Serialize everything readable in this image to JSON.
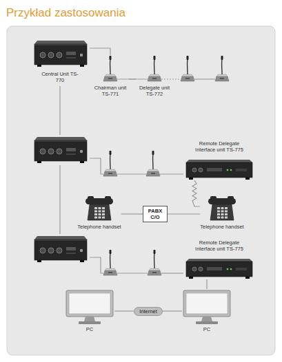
{
  "diagram": {
    "title": "Przykład zastosowania",
    "nodes": [
      {
        "text": [
          "Central Unit TS-770"
        ]
      },
      {
        "text": [
          "Chairman unit TS-771"
        ]
      },
      {
        "text": [
          "Delegate unit TS-772"
        ]
      },
      {
        "text": [
          "Remote Delegate Interface unit TS-775"
        ]
      },
      {
        "text": [
          "Telephone handset"
        ]
      },
      {
        "text": [
          "PABX C/O"
        ]
      },
      {
        "text": [
          "Telephone handset"
        ]
      },
      {
        "text": [
          "Remote Delegate Interface unit TS-775"
        ]
      },
      {
        "text": [
          "PC"
        ]
      },
      {
        "text": [
          "Internet"
        ]
      },
      {
        "text": [
          "PC"
        ]
      }
    ],
    "edges": [
      {
        "from": 0,
        "to": 1,
        "arrow": "none"
      },
      {
        "from": 1,
        "to": 2,
        "arrow": "none"
      },
      {
        "from": 3,
        "to": 6,
        "arrow": "none"
      },
      {
        "from": 4,
        "to": 5,
        "arrow": "none"
      },
      {
        "from": 5,
        "to": 6,
        "arrow": "none"
      },
      {
        "from": 7,
        "to": 10,
        "arrow": "none"
      },
      {
        "from": 8,
        "to": 9,
        "arrow": "none"
      },
      {
        "from": 9,
        "to": 10,
        "arrow": "none"
      }
    ]
  }
}
